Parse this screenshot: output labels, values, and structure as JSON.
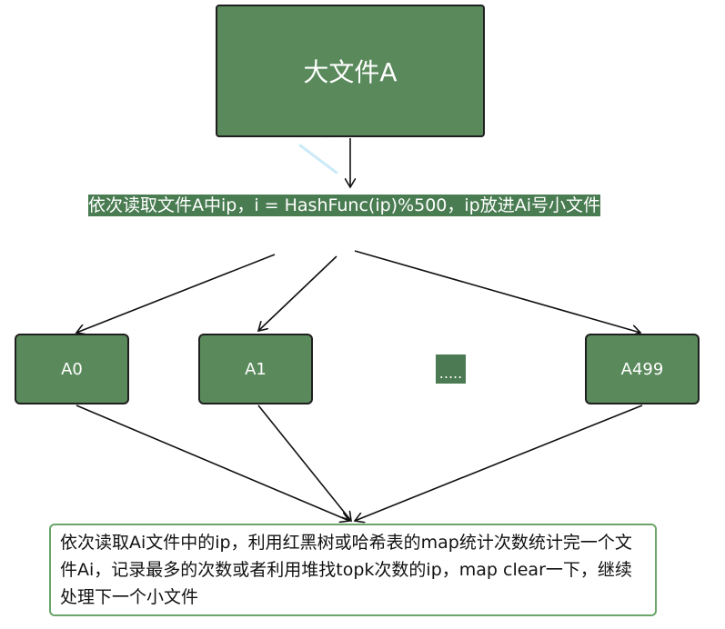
{
  "colors": {
    "node_fill": "#5a8a5c",
    "highlight_fill": "#4a7c52",
    "border": "#1f1f1f",
    "result_border": "#6aa56a",
    "watermark": "#8fd0f0"
  },
  "nodes": {
    "big_file": "大文件A",
    "a0": "A0",
    "a1": "A1",
    "ellipsis": ".....",
    "a499": "A499"
  },
  "step_text": "依次读取文件A中ip，i = HashFunc(ip)%500，ip放进Ai号小文件",
  "result_text": "依次读取Ai文件中的ip，利用红黑树或哈希表的map统计次数统计完一个文件Ai，记录最多的次数或者利用堆找topk次数的ip，map clear一下，继续处理下一个小文件"
}
